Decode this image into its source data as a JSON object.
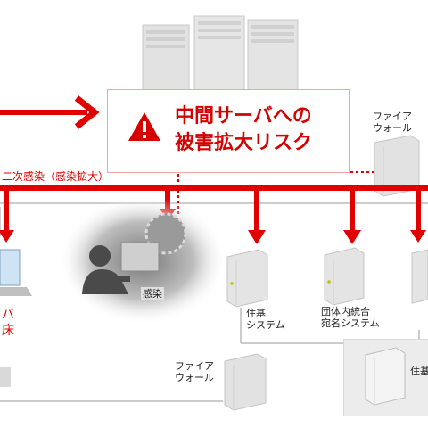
{
  "callout": {
    "line1": "中間サーバへの",
    "line2": "被害拡大リスク"
  },
  "labels": {
    "firewall_top": "ファイア\nウォール",
    "secondary_infection": "二次感染（感染拡大）",
    "infection": "感染",
    "juki_system": "住基\nシステム",
    "dantai_system": "団体内統合\n宛名システム",
    "firewall_bottom": "ファイア\nウォール",
    "juki_partial": "住基",
    "left_partial_red": "バ\n床"
  },
  "colors": {
    "accent": "#e10000",
    "line": "#c9c9c9",
    "server": "#dcdcdc"
  }
}
